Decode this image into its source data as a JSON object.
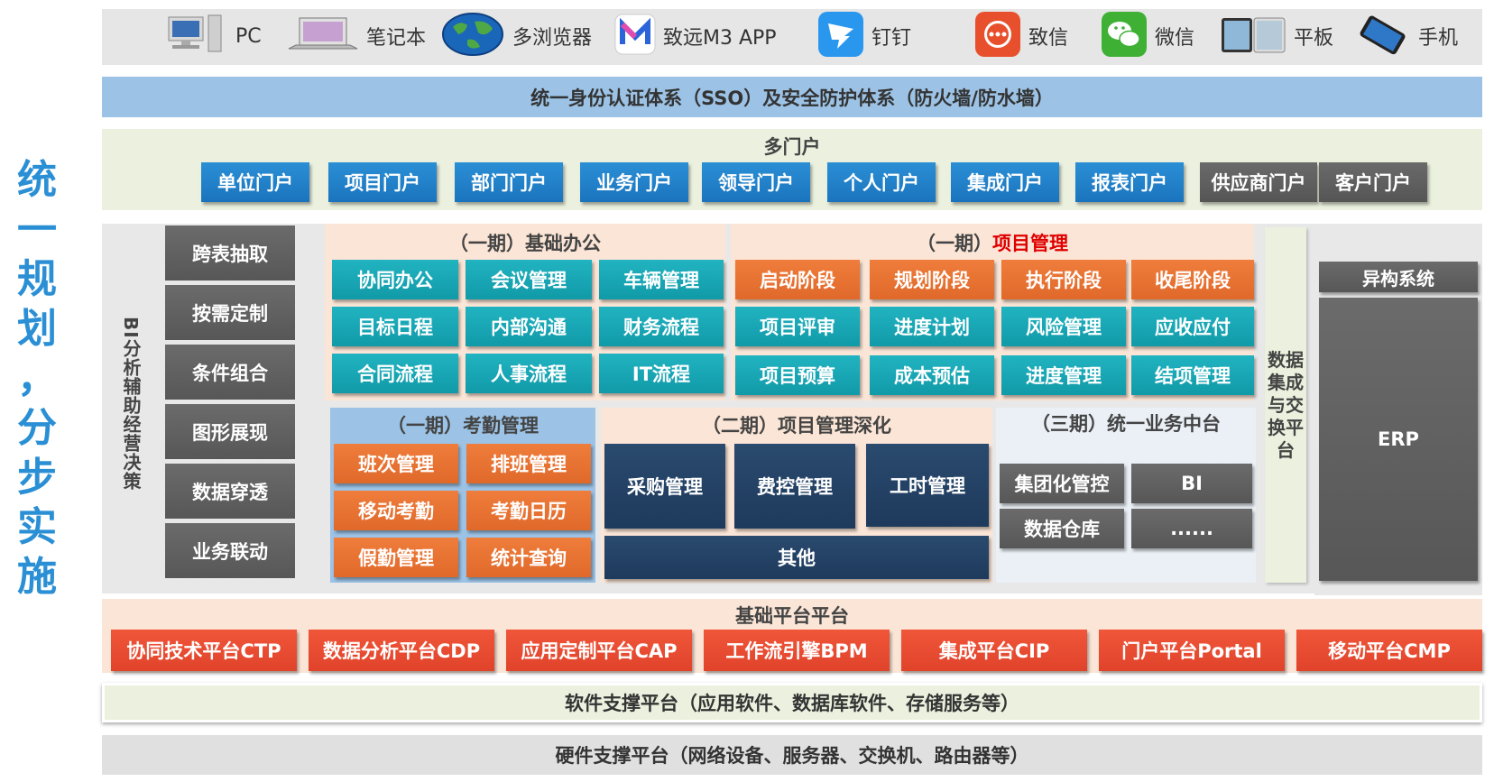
{
  "left_title": [
    "统",
    "一",
    "规",
    "划",
    "，",
    "分",
    "步",
    "实",
    "施"
  ],
  "devices": [
    {
      "label": "PC",
      "icon": "pc-icon"
    },
    {
      "label": "笔记本",
      "icon": "laptop-icon"
    },
    {
      "label": "多浏览器",
      "icon": "globe-icon"
    },
    {
      "label": "致远M3 APP",
      "icon": "m3-app-icon"
    },
    {
      "label": "钉钉",
      "icon": "dingtalk-icon"
    },
    {
      "label": "致信",
      "icon": "zhixin-icon"
    },
    {
      "label": "微信",
      "icon": "wechat-icon"
    },
    {
      "label": "平板",
      "icon": "tablet-icon"
    },
    {
      "label": "手机",
      "icon": "phone-icon"
    }
  ],
  "sso_bar": "统一身份认证体系（SSO）及安全防护体系（防火墙/防水墙）",
  "portals": {
    "title": "多门户",
    "items": [
      "单位门户",
      "项目门户",
      "部门门户",
      "业务门户",
      "领导门户",
      "个人门户",
      "集成门户",
      "报表门户",
      "供应商门户",
      "客户门户"
    ]
  },
  "bi": {
    "title": "BI分析辅助经营决策",
    "items": [
      "跨表抽取",
      "按需定制",
      "条件组合",
      "图形展现",
      "数据穿透",
      "业务联动"
    ]
  },
  "office": {
    "title": "（一期）基础办公",
    "items": [
      "协同办公",
      "会议管理",
      "车辆管理",
      "目标日程",
      "内部沟通",
      "财务流程",
      "合同流程",
      "人事流程",
      "IT流程"
    ]
  },
  "project": {
    "title_prefix": "（一期）",
    "title_highlight": "项目管理",
    "items": [
      "启动阶段",
      "规划阶段",
      "执行阶段",
      "收尾阶段",
      "项目评审",
      "进度计划",
      "风险管理",
      "应收应付",
      "项目预算",
      "成本预估",
      "进度管理",
      "结项管理"
    ]
  },
  "attendance": {
    "title": "（一期）考勤管理",
    "items": [
      "班次管理",
      "排班管理",
      "移动考勤",
      "考勤日历",
      "假勤管理",
      "统计查询"
    ]
  },
  "phase2": {
    "title": "（二期）项目管理深化",
    "items": [
      "采购管理",
      "费控管理",
      "工时管理"
    ],
    "other": "其他"
  },
  "phase3": {
    "title": "（三期）统一业务中台",
    "items": [
      "集团化管控",
      "BI",
      "数据仓库",
      "......"
    ]
  },
  "data_exchange": "数据集成与交换平台",
  "hetero": {
    "title": "异构系统",
    "erp": "ERP"
  },
  "base_platform": {
    "title": "基础平台平台",
    "items": [
      "协同技术平台CTP",
      "数据分析平台CDP",
      "应用定制平台CAP",
      "工作流引擎BPM",
      "集成平台CIP",
      "门户平台Portal",
      "移动平台CMP"
    ]
  },
  "software_bar": "软件支撑平台（应用软件、数据库软件、存储服务等）",
  "hardware_bar": "硬件支撑平台（网络设备、服务器、交换机、路由器等）",
  "colors": {
    "teal": "#17a2b8",
    "blue": "#1f7fca",
    "orange": "#e8742f",
    "navy": "#24446a",
    "red": "#e84a30",
    "gray": "#606060",
    "sso_bg": "#9cc3e6",
    "highlight": "#e00000"
  }
}
